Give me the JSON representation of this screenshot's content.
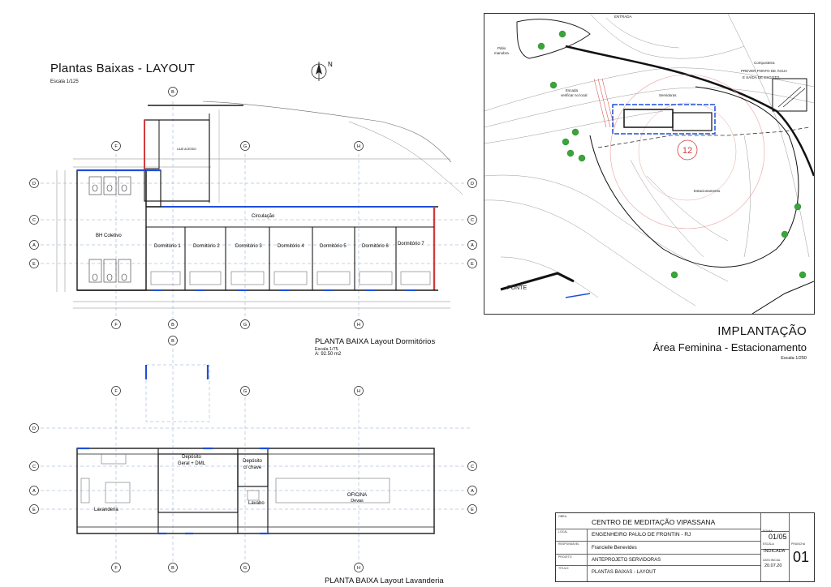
{
  "sheet": {
    "title": "Plantas Baixas - LAYOUT",
    "scale": "Escala 1/125"
  },
  "north": {
    "label": "N"
  },
  "dormitorios_plan": {
    "title": "PLANTA BAIXA Layout Dormitórios",
    "scale": "Escala 1/75",
    "area": "A: 92.50 m2",
    "rooms": {
      "bh": "BH Coletivo",
      "d1": "Dormitório 1",
      "d2": "Dormitório 2",
      "d3": "Dormitório 3",
      "d4": "Dormitório 4",
      "d5": "Dormitório 5",
      "d6": "Dormitório 6",
      "d7": "Dormitório 7",
      "circ": "Circulação",
      "laje": "LAJE ACESSO"
    }
  },
  "lavanderia_plan": {
    "title": "PLANTA BAIXA Layout Lavanderia",
    "rooms": {
      "lav": "Lavanderia",
      "dep1a": "Depósito",
      "dep1b": "Geral + DML",
      "dep2a": "Depósito",
      "dep2b": "c/ chave",
      "lavabo": "Lavabo",
      "oficina": "OFICINA",
      "devas": "Devas"
    }
  },
  "axes": {
    "d": "D",
    "c": "C",
    "a": "A",
    "e": "E",
    "f": "F",
    "b": "B",
    "g": "G",
    "h": "H"
  },
  "site": {
    "title": "IMPLANTAÇÃO",
    "subtitle": "Área Feminina - Estacionamento",
    "scale": "Escala 1/250",
    "labels": {
      "entrada": "ENTRADA",
      "patio1": "Pátio",
      "patio2": "manobra",
      "escada1": "Escada",
      "escada2": "verificar no local",
      "servidoras": "Servidoras",
      "estacionamento": "Estacionamento",
      "comp1": "Composteira",
      "comp2": "PREVER PONTO DE ÁGUA",
      "comp3": "E SAÍDA DE ESGOTO",
      "marker": "12",
      "ponte": "PONTE"
    }
  },
  "title_block": {
    "obra_label": "OBRA",
    "obra": "CENTRO DE MEDITAÇÃO VIPASSANA",
    "local_label": "LOCAL",
    "local": "ENGENHEIRO PAULO DE FRONTIN - RJ",
    "resp_label": "RESPONSÁVEL",
    "resp": "Francielle Benevides",
    "projeto_label": "PROJETO",
    "projeto": "ANTEPROJETO SERVIDORAS",
    "titulo_label": "TÍTULO",
    "titulo": "PLANTAS BAIXAS - LAYOUT",
    "folha_label": "FOLHA:",
    "folha": "01/05",
    "escala_label": "ESCALA",
    "escala": "INDICADA",
    "data_label": "DATA INICIAL",
    "data": "20.07.20",
    "prancha_label": "PRANCHA",
    "prancha": "01"
  },
  "colors": {
    "wall": "#1a1a1a",
    "blue": "#1f4fd8",
    "red": "#d23c3c",
    "green": "#3aa53a",
    "grid": "#8aa6c8"
  }
}
